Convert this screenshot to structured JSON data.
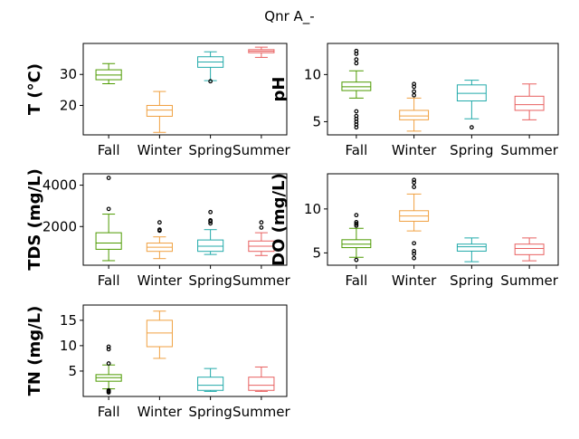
{
  "figure": {
    "suptitle": "Qnr A_-"
  },
  "chart_data": [
    {
      "type": "box",
      "ylabel": "T  (°C)",
      "categories": [
        "Fall",
        "Winter",
        "Spring",
        "Summer"
      ],
      "colors": [
        "#4d9a00",
        "#f0a040",
        "#22aaaa",
        "#e86060"
      ],
      "ylim": [
        10.5,
        40
      ],
      "yticks": [
        20,
        30
      ],
      "grid": false,
      "boxes": [
        {
          "whislo": 27.0,
          "q1": 28.3,
          "med": 29.8,
          "q3": 31.5,
          "whishi": 33.5,
          "fliers": []
        },
        {
          "whislo": 11.3,
          "q1": 16.5,
          "med": 18.5,
          "q3": 20.0,
          "whishi": 24.5,
          "fliers": []
        },
        {
          "whislo": 28.0,
          "q1": 32.3,
          "med": 34.0,
          "q3": 35.7,
          "whishi": 37.3,
          "fliers": [
            27.8
          ]
        },
        {
          "whislo": 35.5,
          "q1": 37.0,
          "med": 37.5,
          "q3": 38.0,
          "whishi": 38.8,
          "fliers": []
        }
      ]
    },
    {
      "type": "box",
      "ylabel": "pH",
      "categories": [
        "Fall",
        "Winter",
        "Spring",
        "Summer"
      ],
      "colors": [
        "#4d9a00",
        "#f0a040",
        "#22aaaa",
        "#e86060"
      ],
      "ylim": [
        3.6,
        13.3
      ],
      "yticks": [
        5,
        10
      ],
      "grid": false,
      "boxes": [
        {
          "whislo": 7.5,
          "q1": 8.3,
          "med": 8.7,
          "q3": 9.2,
          "whishi": 10.4,
          "fliers": [
            11.2,
            11.6,
            12.2,
            12.5,
            6.1,
            5.6,
            5.3,
            5.0,
            4.7,
            4.4
          ]
        },
        {
          "whislo": 4.0,
          "q1": 5.2,
          "med": 5.6,
          "q3": 6.2,
          "whishi": 7.5,
          "fliers": [
            7.8,
            8.2,
            8.7,
            9.0
          ]
        },
        {
          "whislo": 5.3,
          "q1": 7.2,
          "med": 8.0,
          "q3": 8.9,
          "whishi": 9.4,
          "fliers": [
            4.4
          ]
        },
        {
          "whislo": 5.2,
          "q1": 6.2,
          "med": 6.8,
          "q3": 7.7,
          "whishi": 9.0,
          "fliers": []
        }
      ]
    },
    {
      "type": "box",
      "ylabel": "TDS (mg/L)",
      "categories": [
        "Fall",
        "Winter",
        "Spring",
        "Summer"
      ],
      "colors": [
        "#4d9a00",
        "#f0a040",
        "#22aaaa",
        "#e86060"
      ],
      "ylim": [
        130,
        4550
      ],
      "yticks": [
        2000,
        4000
      ],
      "grid": false,
      "boxes": [
        {
          "whislo": 350,
          "q1": 900,
          "med": 1200,
          "q3": 1700,
          "whishi": 2600,
          "fliers": [
            2850,
            4350
          ]
        },
        {
          "whislo": 450,
          "q1": 800,
          "med": 1000,
          "q3": 1200,
          "whishi": 1500,
          "fliers": [
            1800,
            1850,
            2200
          ]
        },
        {
          "whislo": 650,
          "q1": 800,
          "med": 1050,
          "q3": 1350,
          "whishi": 1850,
          "fliers": [
            2150,
            2250,
            2300,
            2700
          ]
        },
        {
          "whislo": 600,
          "q1": 800,
          "med": 1050,
          "q3": 1300,
          "whishi": 1700,
          "fliers": [
            1950,
            2200
          ]
        }
      ]
    },
    {
      "type": "box",
      "ylabel": "DO (mg/L)",
      "categories": [
        "Fall",
        "Winter",
        "Spring",
        "Summer"
      ],
      "colors": [
        "#4d9a00",
        "#f0a040",
        "#22aaaa",
        "#e86060"
      ],
      "ylim": [
        3.6,
        14.0
      ],
      "yticks": [
        5,
        10
      ],
      "grid": false,
      "boxes": [
        {
          "whislo": 4.5,
          "q1": 5.6,
          "med": 6.0,
          "q3": 6.5,
          "whishi": 7.8,
          "fliers": [
            8.1,
            8.3,
            8.5,
            9.3,
            4.2
          ]
        },
        {
          "whislo": 7.5,
          "q1": 8.6,
          "med": 9.2,
          "q3": 9.8,
          "whishi": 11.7,
          "fliers": [
            12.5,
            13.0,
            13.3,
            6.1,
            5.2,
            4.9,
            4.4
          ]
        },
        {
          "whislo": 4.0,
          "q1": 5.2,
          "med": 5.7,
          "q3": 6.0,
          "whishi": 6.7,
          "fliers": []
        },
        {
          "whislo": 4.1,
          "q1": 4.8,
          "med": 5.5,
          "q3": 6.0,
          "whishi": 6.7,
          "fliers": []
        }
      ]
    },
    {
      "type": "box",
      "ylabel": "TN (mg/L)",
      "categories": [
        "Fall",
        "Winter",
        "Spring",
        "Summer"
      ],
      "colors": [
        "#4d9a00",
        "#f0a040",
        "#22aaaa",
        "#e86060"
      ],
      "ylim": [
        0,
        18
      ],
      "yticks": [
        5,
        10,
        15
      ],
      "grid": false,
      "boxes": [
        {
          "whislo": 1.5,
          "q1": 3.0,
          "med": 3.7,
          "q3": 4.3,
          "whishi": 6.2,
          "fliers": [
            6.5,
            9.3,
            9.8,
            1.2,
            1.0,
            0.8
          ]
        },
        {
          "whislo": 7.5,
          "q1": 9.8,
          "med": 12.5,
          "q3": 15.0,
          "whishi": 16.8,
          "fliers": []
        },
        {
          "whislo": 1.0,
          "q1": 1.2,
          "med": 2.2,
          "q3": 3.8,
          "whishi": 5.5,
          "fliers": []
        },
        {
          "whislo": 1.0,
          "q1": 1.2,
          "med": 2.2,
          "q3": 3.8,
          "whishi": 5.8,
          "fliers": []
        }
      ]
    }
  ]
}
